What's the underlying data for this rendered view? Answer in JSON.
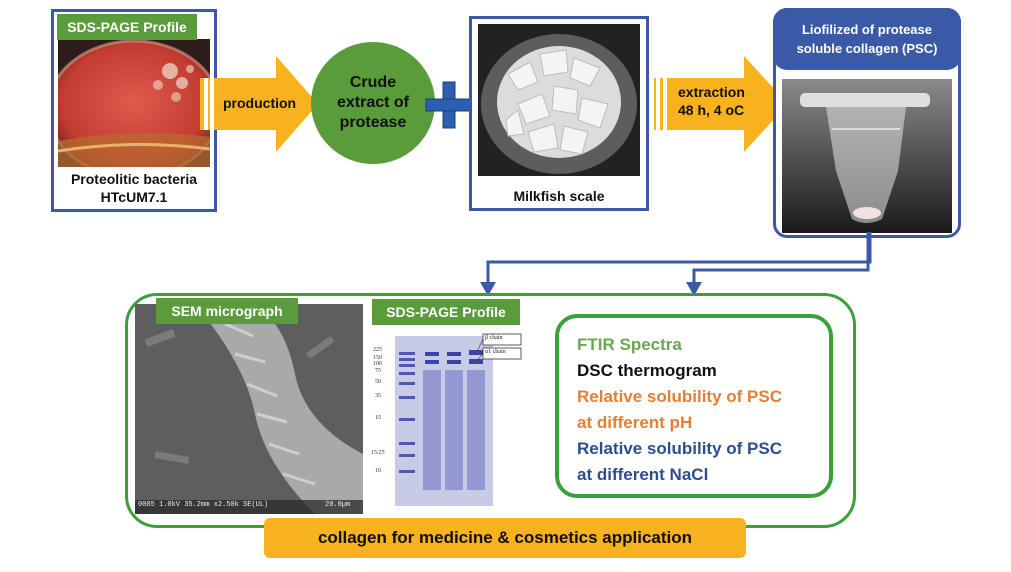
{
  "top_flow": {
    "bacteria_panel": {
      "label": "SDS-PAGE Profile",
      "caption_line1": "Proteolitic bacteria",
      "caption_line2": "HTcUM7.1"
    },
    "production_arrow": {
      "label": "production"
    },
    "crude_extract": {
      "line1": "Crude",
      "line2": "extract of",
      "line3": "protease"
    },
    "plus_sign": {
      "icon": "plus-icon",
      "color": "#2b5fb0"
    },
    "milkfish_panel": {
      "caption": "Milkfish scale"
    },
    "extraction_arrow": {
      "line1": "extraction",
      "line2": "48 h, 4 oC"
    },
    "psc_panel": {
      "title_line1": "Liofilized of protease",
      "title_line2": "soluble collagen (PSC)"
    }
  },
  "bottom_panel": {
    "sem": {
      "label": "SEM micrograph",
      "info": "0005 1.0kV 35.2mm x2.50k SE(UL)",
      "scale": "20.0µm"
    },
    "sds_page": {
      "label": "SDS-PAGE Profile",
      "ladder": [
        "225",
        "150",
        "100",
        "75",
        "50",
        "35",
        "15",
        "15/25",
        "10"
      ],
      "callout_beta": "β chain",
      "callout_alpha": "α1 chain"
    },
    "analysis_list": [
      {
        "text": "FTIR Spectra",
        "color": "#6aa84f"
      },
      {
        "text": "DSC thermogram",
        "color": "#111111"
      },
      {
        "text": "Relative solubility of PSC",
        "color": "#e67e35"
      },
      {
        "text": "at different pH",
        "color": "#e67e35"
      },
      {
        "text": "Relative solubility of PSC",
        "color": "#2e4d8f"
      },
      {
        "text": "at different NaCl",
        "color": "#2e4d8f"
      }
    ],
    "application_banner": {
      "label": "collagen for medicine & cosmetics application"
    }
  },
  "colors": {
    "arrow": "#f7b21d",
    "green": "#5a9b3c",
    "outer_green": "#3aa13a",
    "blue": "#3a5aa8"
  }
}
